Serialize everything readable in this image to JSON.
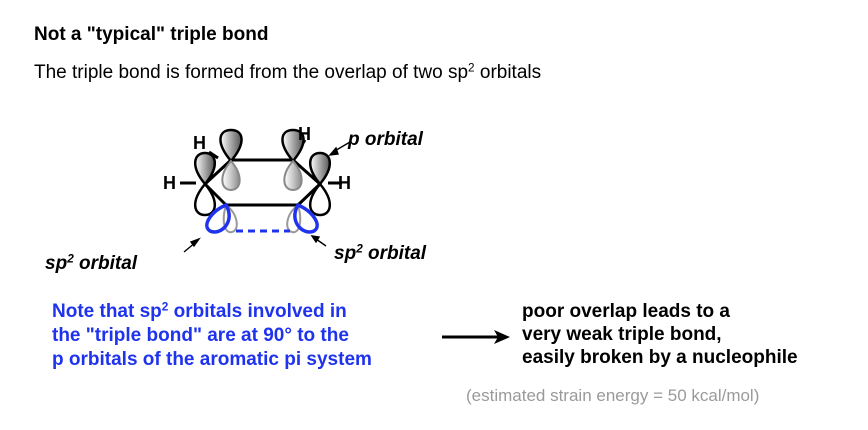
{
  "header": {
    "title": "Not a \"typical\" triple bond",
    "subtitle_pre": "The triple bond is formed from the overlap of two sp",
    "subtitle_sup": "2",
    "subtitle_post": " orbitals"
  },
  "diagram": {
    "atom_labels": [
      "H",
      "H",
      "H",
      "H"
    ],
    "p_orbital_label": "p orbital",
    "sp2_left": {
      "pre": "sp",
      "sup": "2",
      "post": " orbital"
    },
    "sp2_right": {
      "pre": "sp",
      "sup": "2",
      "post": " orbital"
    }
  },
  "note": {
    "line1_pre": "Note that sp",
    "line1_sup": "2",
    "line1_post": " orbitals involved in",
    "line2": "the \"triple bond\" are at 90° to the",
    "line3": "p orbitals of the aromatic pi system"
  },
  "result": {
    "line1": "poor overlap leads to a",
    "line2": "very weak triple bond,",
    "line3": "easily broken by a nucleophile"
  },
  "strain": "(estimated strain energy = 50 kcal/mol)",
  "colors": {
    "sp2_orbital": "#1f33ee",
    "note_text": "#1f33ee",
    "strain_text": "#9a9a9a",
    "orbital_fill": "#8c8c8c"
  }
}
